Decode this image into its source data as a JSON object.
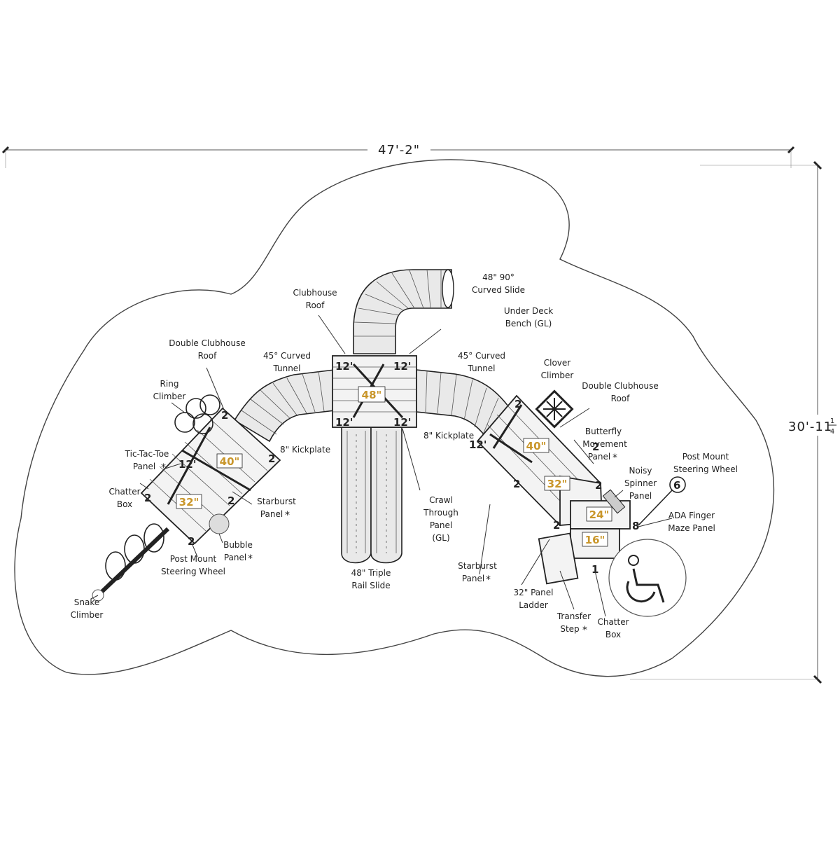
{
  "dimensions": {
    "width": "47'-2\"",
    "height_main": "30'-11",
    "height_num": "1",
    "height_den": "4"
  },
  "platform_heights": {
    "left_upper": "40\"",
    "left_lower": "32\"",
    "center": "48\"",
    "right_upper": "40\"",
    "right_middle": "32\"",
    "right_lower_a": "24\"",
    "right_lower_b": "16\""
  },
  "post_marks": {
    "twelve": "12'",
    "two": "2",
    "eight": "8",
    "six": "6",
    "one": "1"
  },
  "labels": {
    "clubhouse_roof": [
      "Clubhouse",
      "Roof"
    ],
    "curved_slide": [
      "48\" 90°",
      "Curved Slide"
    ],
    "under_deck_bench": [
      "Under Deck",
      "Bench (GL)"
    ],
    "double_clubhouse_roof_left": [
      "Double Clubhouse",
      "Roof"
    ],
    "curved_tunnel_left": [
      "45° Curved",
      "Tunnel"
    ],
    "curved_tunnel_right": [
      "45° Curved",
      "Tunnel"
    ],
    "clover_climber": [
      "Clover",
      "Climber"
    ],
    "double_clubhouse_roof_right": [
      "Double Clubhouse",
      "Roof"
    ],
    "ring_climber": [
      "Ring",
      "Climber"
    ],
    "tic_tac_toe": [
      "Tic-Tac-Toe",
      "Panel"
    ],
    "kickplate_left": "8\" Kickplate",
    "kickplate_right": "8\" Kickplate",
    "butterfly": [
      "Butterfly",
      "Movement",
      "Panel"
    ],
    "chatter_box_left": [
      "Chatter",
      "Box"
    ],
    "noisy_spinner": [
      "Noisy",
      "Spinner",
      "Panel"
    ],
    "post_mount_steering_right": [
      "Post Mount",
      "Steering Wheel"
    ],
    "starburst_left": [
      "Starburst",
      "Panel"
    ],
    "crawl_through": [
      "Crawl",
      "Through",
      "Panel",
      "(GL)"
    ],
    "ada_finger_maze": [
      "ADA Finger",
      "Maze Panel"
    ],
    "bubble_panel": [
      "Bubble",
      "Panel"
    ],
    "post_mount_steering_left": [
      "Post Mount",
      "Steering Wheel"
    ],
    "triple_rail_slide": [
      "48\" Triple",
      "Rail Slide"
    ],
    "starburst_right": [
      "Starburst",
      "Panel"
    ],
    "panel_ladder": [
      "32\" Panel",
      "Ladder"
    ],
    "snake_climber": [
      "Snake",
      "Climber"
    ],
    "transfer_step": [
      "Transfer",
      "Step"
    ],
    "chatter_box_right": [
      "Chatter",
      "Box"
    ],
    "asterisk": "*"
  },
  "colors": {
    "ink": "#222222",
    "height_label": "#c9962a",
    "fill": "#f3f3f3"
  },
  "icons": {
    "accessibility": "wheelchair-icon"
  }
}
